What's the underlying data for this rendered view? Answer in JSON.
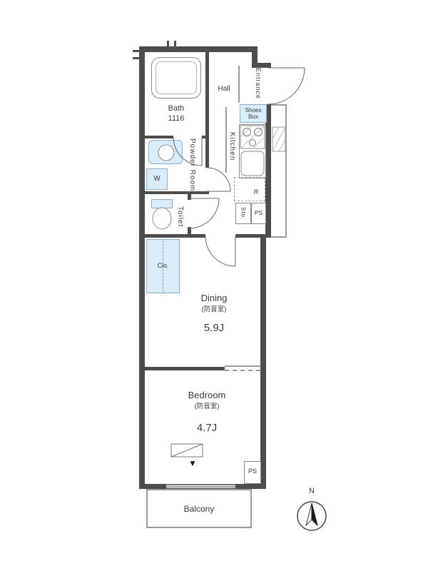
{
  "colors": {
    "wall": "#4d4d4d",
    "fixture_fill": "#d9ecf7",
    "fixture_border": "#8fb0c4",
    "line": "#8a8a8a"
  },
  "labels": {
    "bath": "Bath",
    "bath_size": "1116",
    "hall": "Hall",
    "entrance": "Entrance",
    "shoes_box_line1": "Shoes",
    "shoes_box_line2": "Box",
    "kitchen": "Kitchen",
    "powder_room": "Powder Room",
    "washer": "W",
    "toilet": "Toilet",
    "storage": "Sto.",
    "refrigerator": "R",
    "ps_upper": "PS",
    "closet": "Clo.",
    "dining": "Dining",
    "dining_note": "(防音室)",
    "dining_size": "5.9J",
    "bedroom": "Bedroom",
    "bedroom_note": "(防音室)",
    "bedroom_size": "4.7J",
    "ps_lower": "PS",
    "balcony": "Balcony",
    "compass_north": "N",
    "opening_marker": "▼"
  }
}
